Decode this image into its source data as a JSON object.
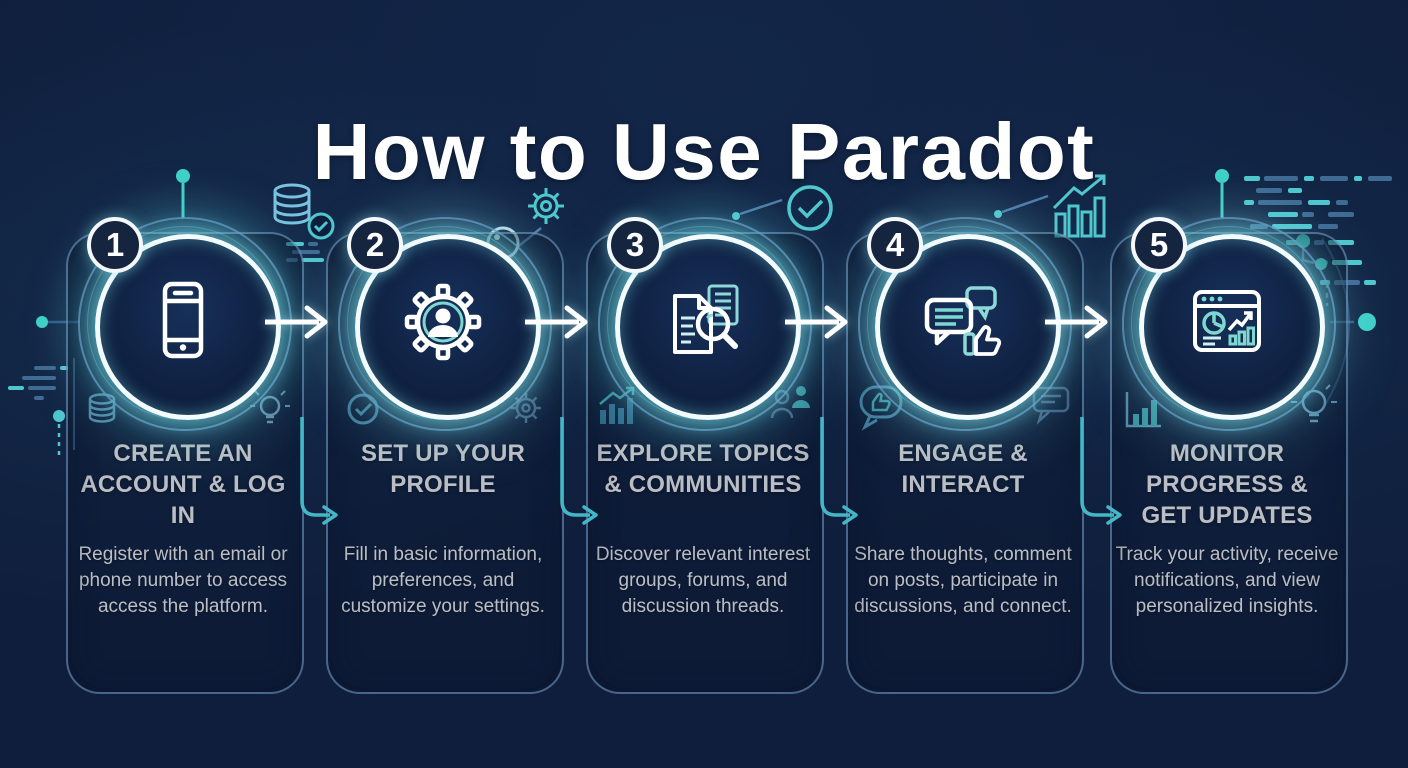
{
  "header": {
    "title": "How to Use Paradot"
  },
  "theme": {
    "background": "#0f1e3c",
    "accent_teal": "#43c4cf",
    "steel_blue": "#5b82ab",
    "light_blue": "#79c2e0",
    "card_border": "#7ca5cd",
    "badge_bg": "#15243f",
    "text": "#ffffff"
  },
  "steps": [
    {
      "number": "1",
      "icon": "smartphone-icon",
      "title": "CREATE AN ACCOUNT & LOG IN",
      "description": "Register with an email or phone number to access access the platform."
    },
    {
      "number": "2",
      "icon": "gear-user-icon",
      "title": "SET UP YOUR PROFILE",
      "description": "Fill in basic information, preferences, and customize your settings."
    },
    {
      "number": "3",
      "icon": "document-search-icon",
      "title": "EXPLORE TOPICS & COMMUNITIES",
      "description": "Discover relevant interest groups, forums, and discussion threads."
    },
    {
      "number": "4",
      "icon": "chat-thumbsup-icon",
      "title": "ENGAGE & INTERACT",
      "description": "Share thoughts, comment on posts, participate in discussions, and connect."
    },
    {
      "number": "5",
      "icon": "dashboard-analytics-icon",
      "title": "MONITOR PROGRESS & GET UPDATES",
      "description": "Track your activity, receive notifications, and view personalized insights."
    }
  ],
  "decorative_icons": [
    "database-icon",
    "check-circle-icon",
    "gear-icon",
    "lightbulb-icon",
    "growth-chart-icon",
    "bar-chart-icon",
    "users-icon",
    "thumbsup-bubble-icon",
    "chat-bubble-icon",
    "code-lines",
    "node-dot"
  ]
}
